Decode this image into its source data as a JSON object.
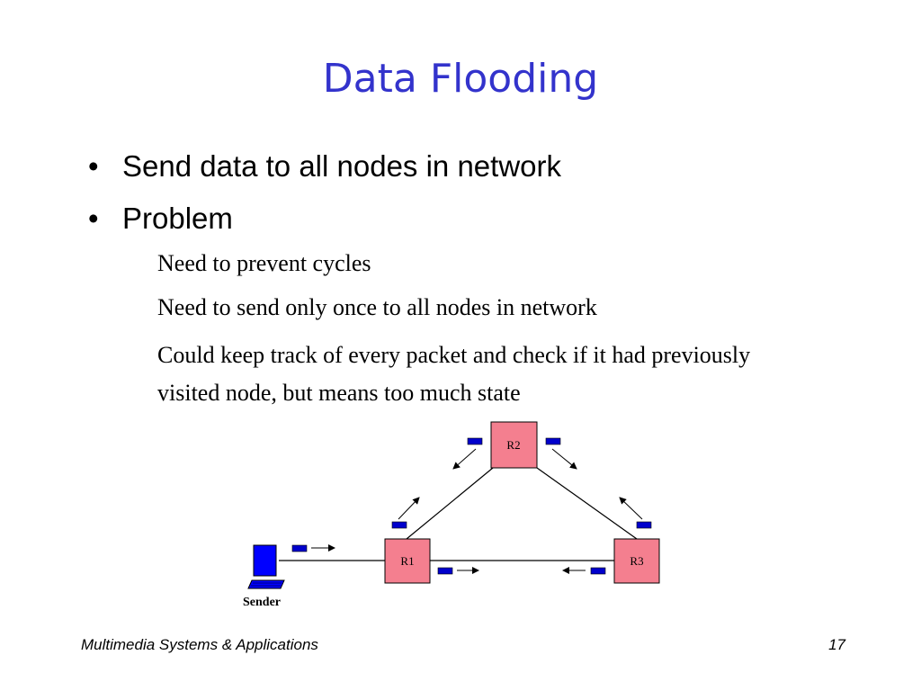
{
  "slide": {
    "title": "Data Flooding",
    "bullets": [
      {
        "text": "Send data to all nodes in network"
      },
      {
        "text": "Problem"
      }
    ],
    "sub_bullets": [
      "Need to prevent cycles",
      "Need to send only once to all nodes in network",
      "Could keep track of every packet and check if it had previously visited node, but means too much state"
    ],
    "bullet_glyph": "•"
  },
  "diagram": {
    "nodes": {
      "r1": "R1",
      "r2": "R2",
      "r3": "R3",
      "sender": "Sender"
    },
    "colors": {
      "router_fill": "#f47f8f",
      "packet_fill": "#0000cc",
      "computer_fill": "#0000ff",
      "line": "#000000"
    }
  },
  "footer": {
    "left": "Multimedia Systems & Applications",
    "page_number": "17"
  }
}
